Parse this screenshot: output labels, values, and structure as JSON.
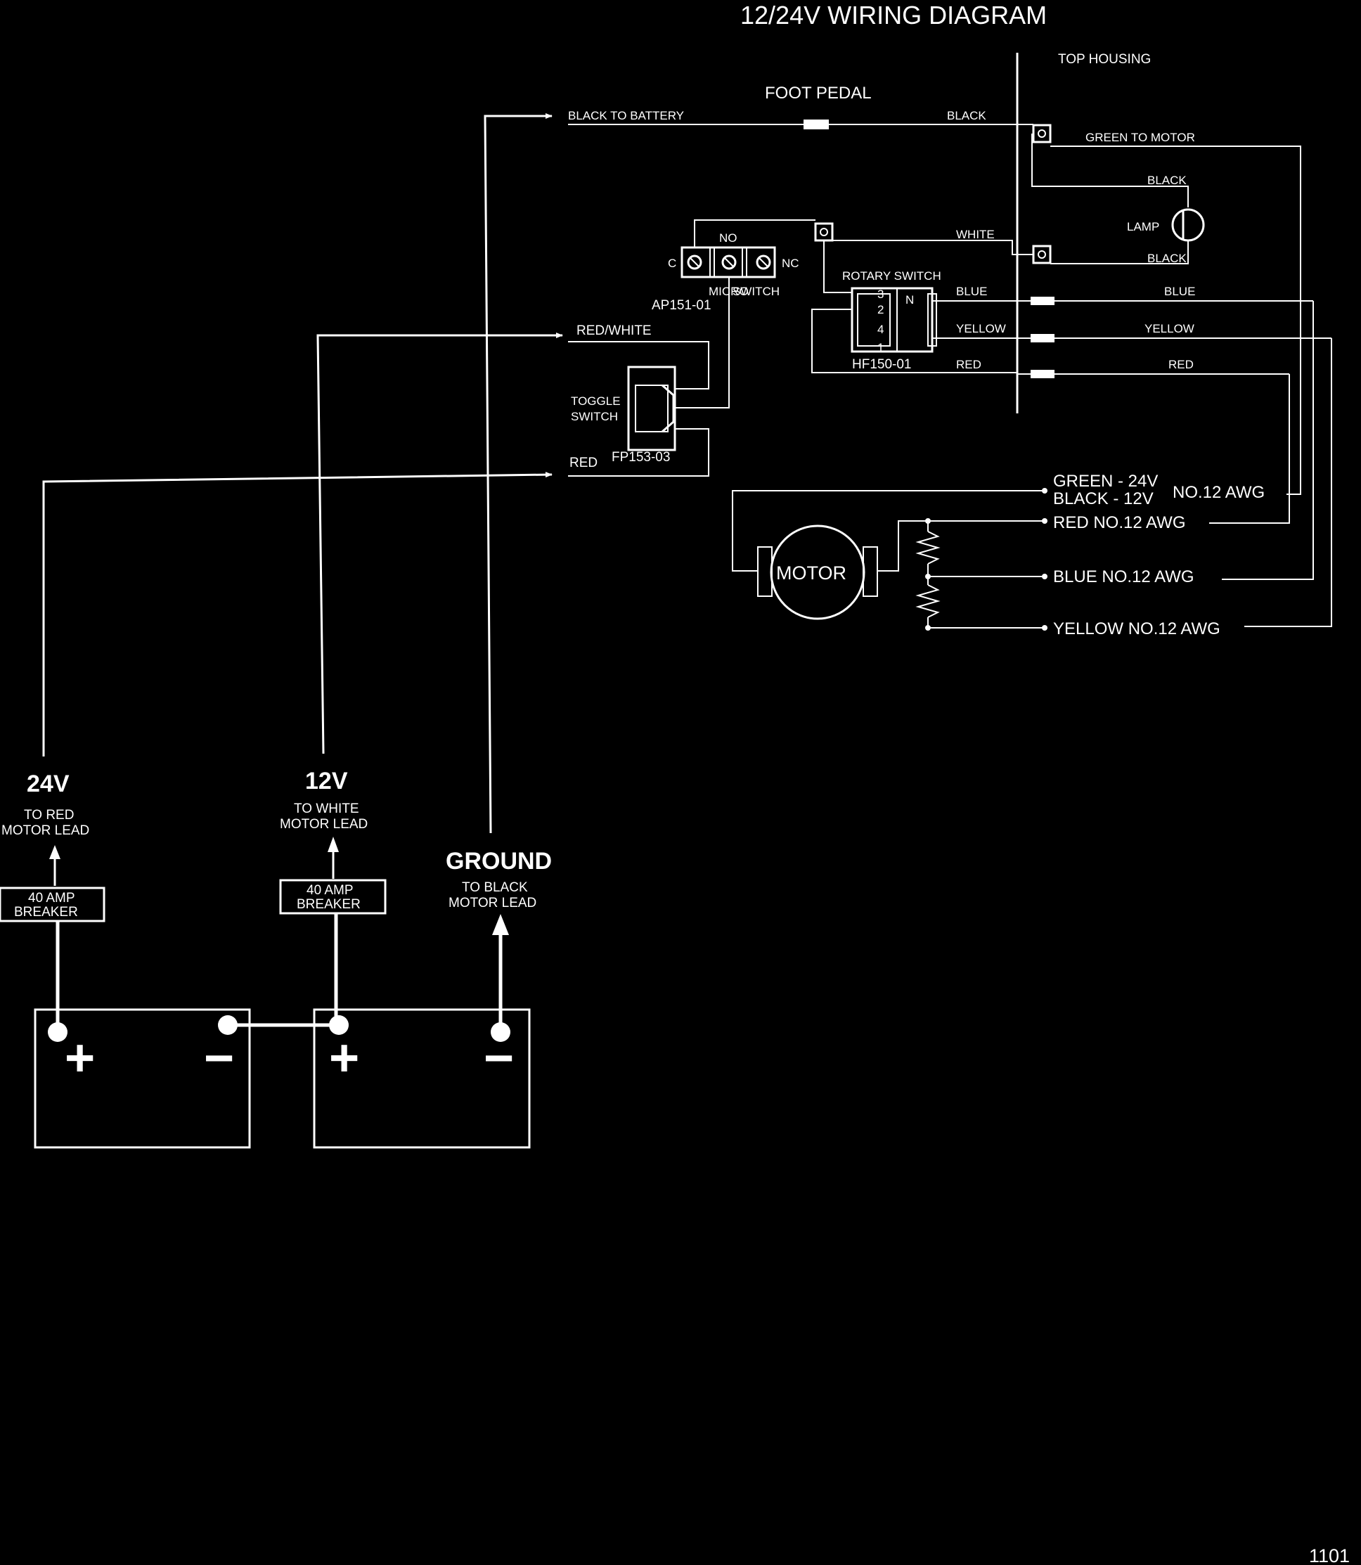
{
  "diagram": {
    "title": "12/24V WIRING DIAGRAM",
    "page_number": "1101"
  },
  "labels": {
    "top_housing": "TOP HOUSING",
    "foot_pedal": "FOOT PEDAL",
    "black_to_battery": "BLACK TO BATTERY",
    "black_pedal": "BLACK",
    "green_to_motor": "GREEN TO MOTOR",
    "black_lamp_top": "BLACK",
    "lamp": "LAMP",
    "black_lamp_bottom": "BLACK",
    "white": "WHITE",
    "no": "NO",
    "c": "C",
    "nc": "NC",
    "micro": "MICRO",
    "switch": "SWITCH",
    "micro_part": "AP151-01",
    "rotary_switch": "ROTARY SWITCH",
    "rot_3": "3",
    "rot_2": "2",
    "rot_4": "4",
    "rot_1": "1",
    "rot_n": "N",
    "rotary_part": "HF150-01",
    "blue_left": "BLUE",
    "blue_right": "BLUE",
    "yellow_left": "YELLOW",
    "yellow_right": "YELLOW",
    "red_left": "RED",
    "red_right": "RED",
    "red_white": "RED/WHITE",
    "toggle": "TOGGLE",
    "toggle_switch": "SWITCH",
    "red_toggle": "RED",
    "toggle_part": "FP153-03",
    "green_24v": "GREEN - 24V",
    "black_12v": "BLACK - 12V",
    "awg_1": "NO.12  AWG",
    "red_awg": "RED  NO.12  AWG",
    "blue_awg": "BLUE  NO.12  AWG",
    "yellow_awg": "YELLOW  NO.12  AWG",
    "motor": "MOTOR"
  },
  "batteries": {
    "v24_title": "24V",
    "v24_line1": "TO RED",
    "v24_line2": "MOTOR LEAD",
    "v12_title": "12V",
    "v12_line1": "TO WHITE",
    "v12_line2": "MOTOR LEAD",
    "ground_title": "GROUND",
    "ground_line1": "TO BLACK",
    "ground_line2": "MOTOR LEAD",
    "breaker1_line1": "40 AMP",
    "breaker1_line2": "BREAKER",
    "breaker2_line1": "40 AMP",
    "breaker2_line2": "BREAKER",
    "plus": "+",
    "minus": "−"
  }
}
